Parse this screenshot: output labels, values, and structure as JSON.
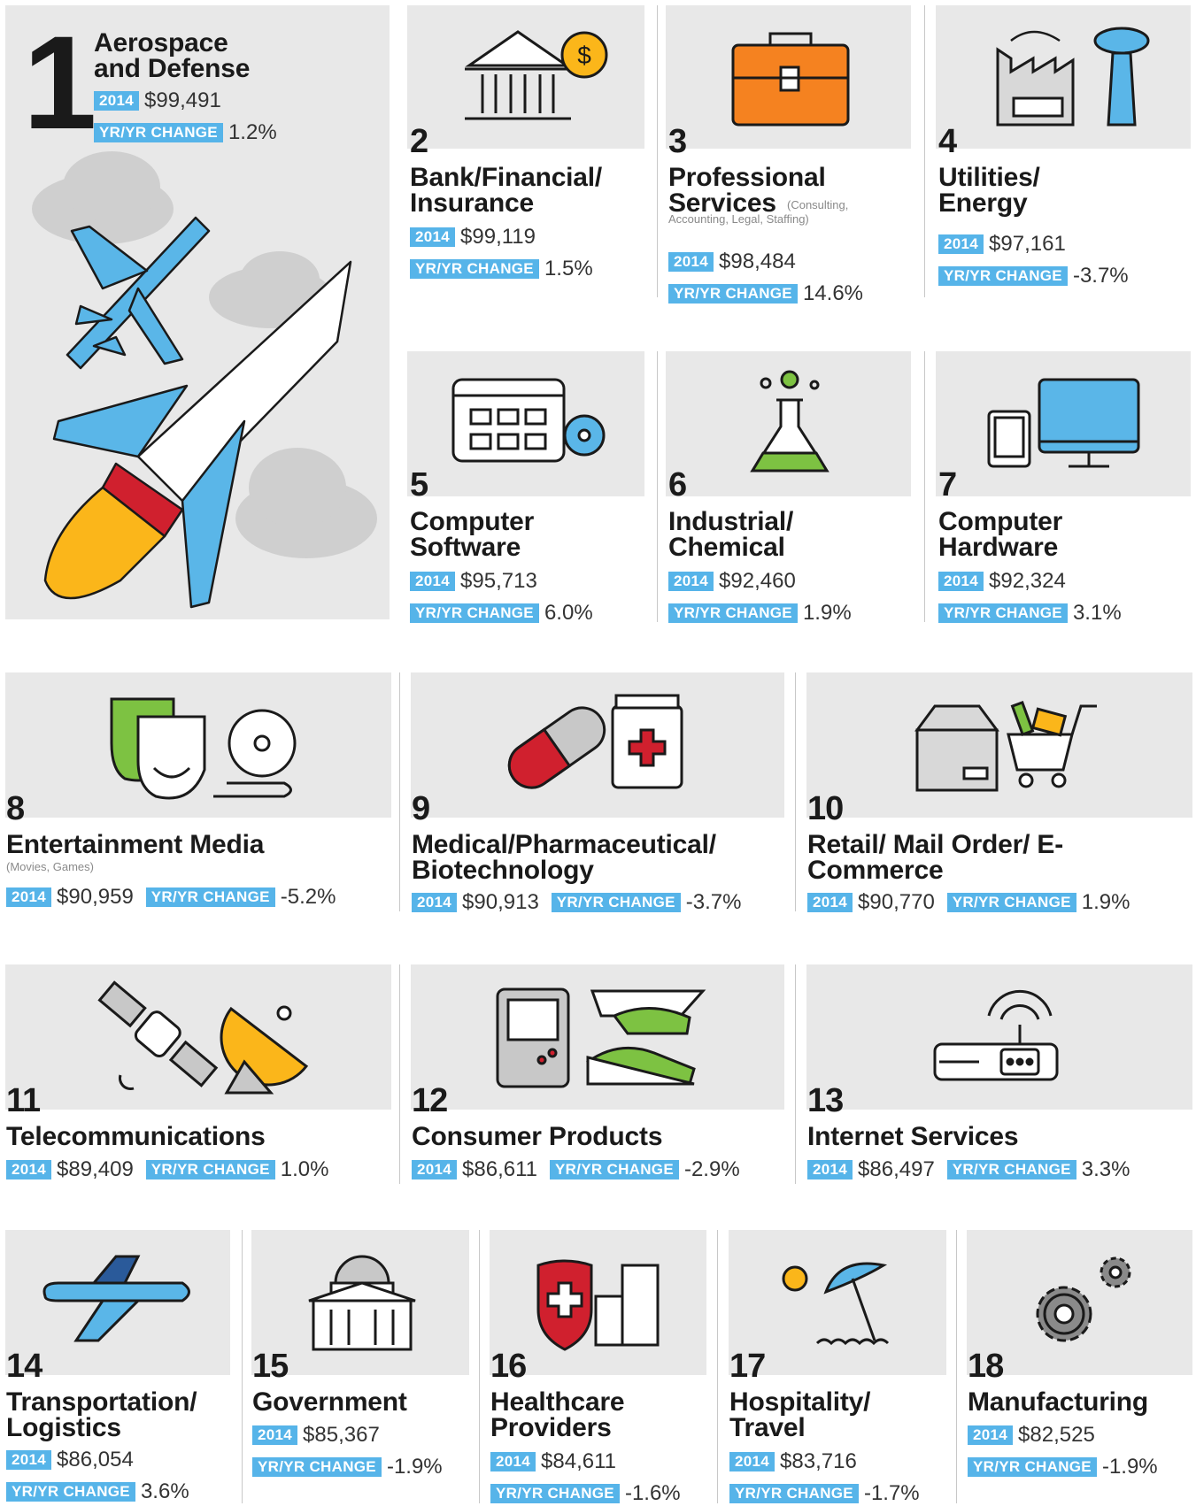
{
  "colors": {
    "tag_bg": "#56b4e9",
    "panel_bg": "#e8e8e8",
    "accent_orange": "#f58220",
    "accent_green": "#7dc242",
    "accent_red": "#d0202e",
    "accent_yellow": "#fbb61a"
  },
  "labels": {
    "year": "2014",
    "change": "YR/YR CHANGE"
  },
  "industries": [
    {
      "rank": "1",
      "name": "Aerospace and Defense",
      "sub": "",
      "value": "$99,491",
      "change": "1.2%",
      "icon": "rocket-and-plane-icon"
    },
    {
      "rank": "2",
      "name": "Bank/Financial/ Insurance",
      "sub": "",
      "value": "$99,119",
      "change": "1.5%",
      "icon": "bank-icon"
    },
    {
      "rank": "3",
      "name": "Professional Services",
      "sub": "(Consulting, Accounting, Legal, Staffing)",
      "value": "$98,484",
      "change": "14.6%",
      "icon": "briefcase-icon"
    },
    {
      "rank": "4",
      "name": "Utilities/ Energy",
      "sub": "",
      "value": "$97,161",
      "change": "-3.7%",
      "icon": "factory-icon"
    },
    {
      "rank": "5",
      "name": "Computer Software",
      "sub": "",
      "value": "$95,713",
      "change": "6.0%",
      "icon": "software-window-icon"
    },
    {
      "rank": "6",
      "name": "Industrial/ Chemical",
      "sub": "",
      "value": "$92,460",
      "change": "1.9%",
      "icon": "flask-icon"
    },
    {
      "rank": "7",
      "name": "Computer Hardware",
      "sub": "",
      "value": "$92,324",
      "change": "3.1%",
      "icon": "monitor-tablet-icon"
    },
    {
      "rank": "8",
      "name": "Entertainment Media",
      "sub": "(Movies, Games)",
      "value": "$90,959",
      "change": "-5.2%",
      "icon": "theater-mask-icon"
    },
    {
      "rank": "9",
      "name": "Medical/Pharmaceutical/ Biotechnology",
      "sub": "",
      "value": "$90,913",
      "change": "-3.7%",
      "icon": "pill-icon"
    },
    {
      "rank": "10",
      "name": "Retail/ Mail Order/ E-Commerce",
      "sub": "",
      "value": "$90,770",
      "change": "1.9%",
      "icon": "shopping-cart-icon"
    },
    {
      "rank": "11",
      "name": "Telecommunications",
      "sub": "",
      "value": "$89,409",
      "change": "1.0%",
      "icon": "satellite-icon"
    },
    {
      "rank": "12",
      "name": "Consumer Products",
      "sub": "",
      "value": "$86,611",
      "change": "-2.9%",
      "icon": "game-console-icon"
    },
    {
      "rank": "13",
      "name": "Internet Services",
      "sub": "",
      "value": "$86,497",
      "change": "3.3%",
      "icon": "router-icon"
    },
    {
      "rank": "14",
      "name": "Transportation/ Logistics",
      "sub": "",
      "value": "$86,054",
      "change": "3.6%",
      "icon": "airplane-icon"
    },
    {
      "rank": "15",
      "name": "Government",
      "sub": "",
      "value": "$85,367",
      "change": "-1.9%",
      "icon": "capitol-icon"
    },
    {
      "rank": "16",
      "name": "Healthcare Providers",
      "sub": "",
      "value": "$84,611",
      "change": "-1.6%",
      "icon": "hospital-icon"
    },
    {
      "rank": "17",
      "name": "Hospitality/ Travel",
      "sub": "",
      "value": "$83,716",
      "change": "-1.7%",
      "icon": "beach-umbrella-icon"
    },
    {
      "rank": "18",
      "name": "Manufacturing",
      "sub": "",
      "value": "$82,525",
      "change": "-1.9%",
      "icon": "gears-icon"
    }
  ]
}
